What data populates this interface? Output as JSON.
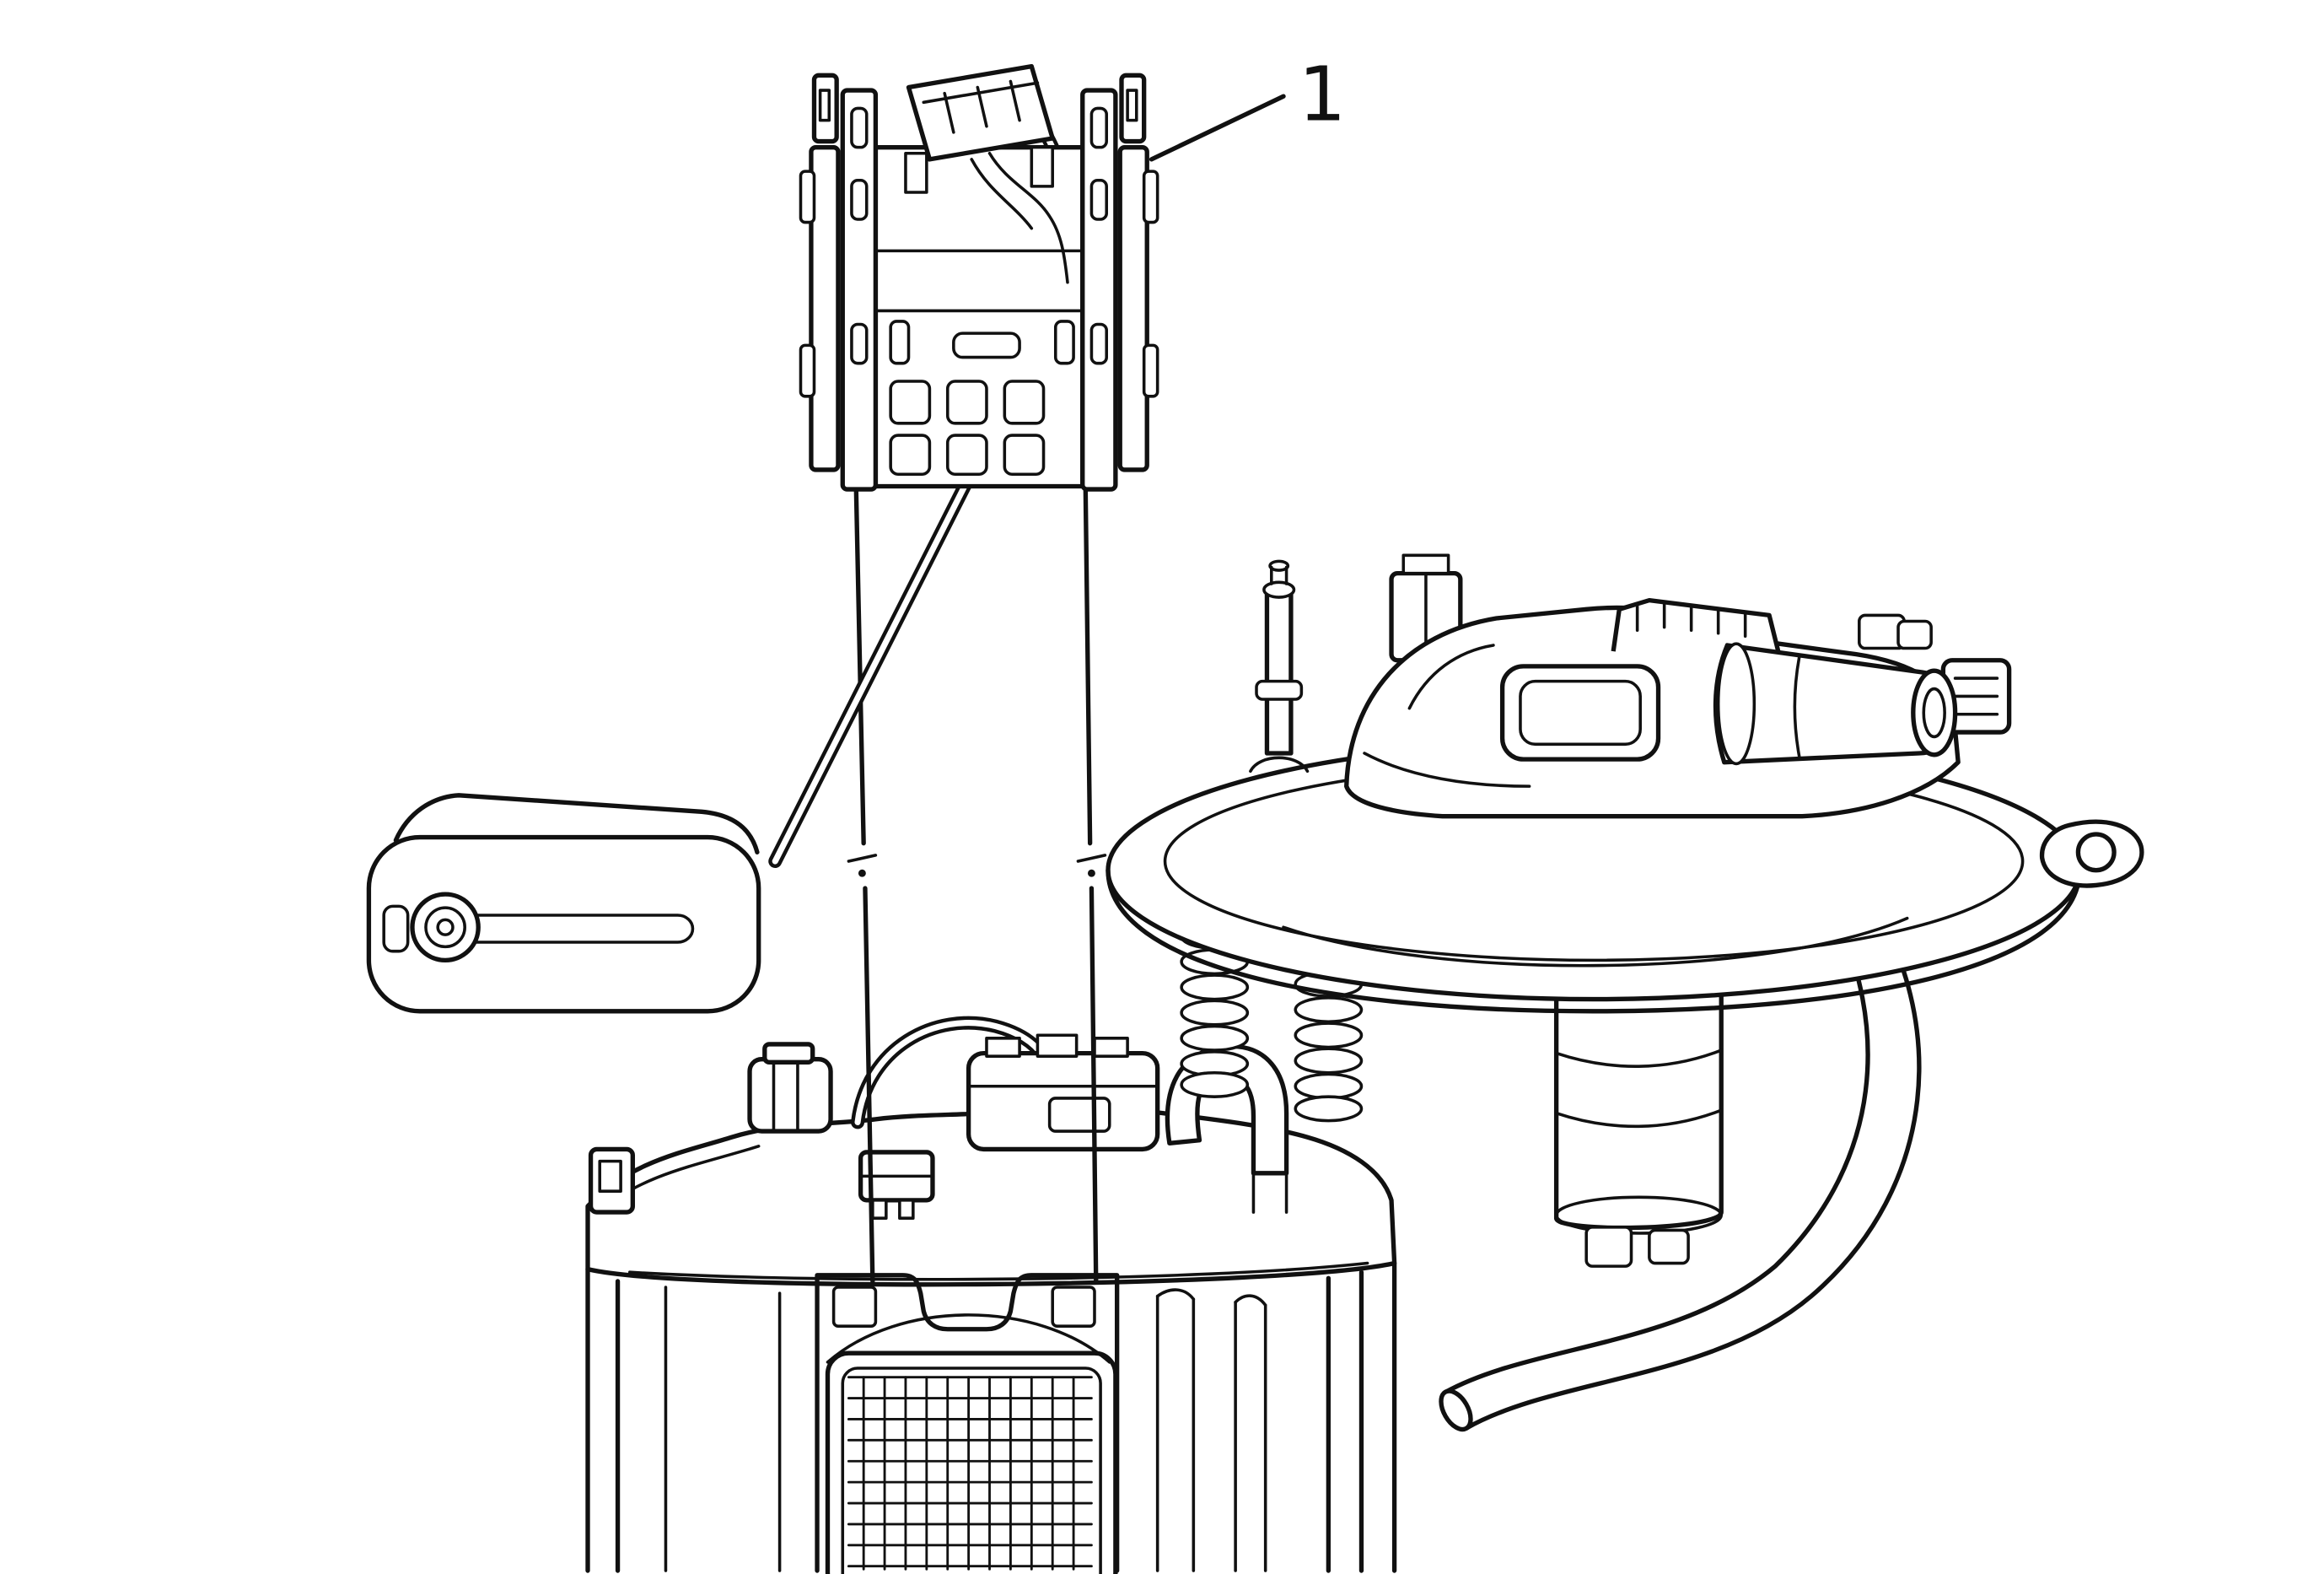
{
  "figure": {
    "background_color": "#ffffff",
    "line_color": "#111111",
    "callout": {
      "label": "1"
    },
    "parts": [
      "fuel-level-sensor",
      "float",
      "float-arm",
      "guide-rods",
      "fuel-pump-module",
      "reservoir-body",
      "fuel-hose"
    ]
  }
}
